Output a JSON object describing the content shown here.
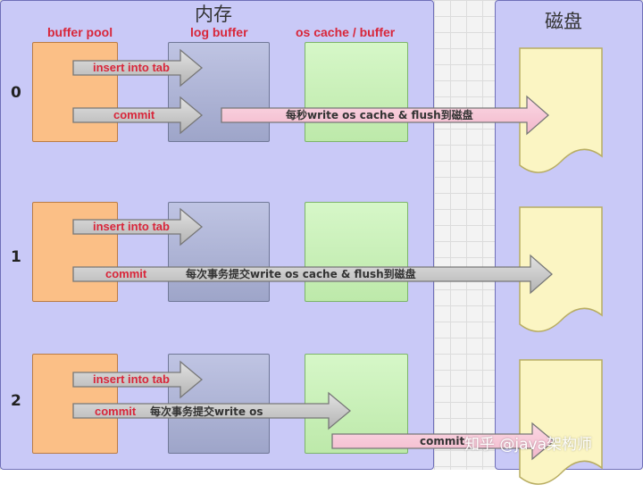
{
  "titles": {
    "memory": "内存",
    "disk": "磁盘"
  },
  "columns": {
    "buffer_pool": "buffer pool",
    "log_buffer": "log buffer",
    "os_cache": "os cache / buffer"
  },
  "rows": [
    {
      "label": "0",
      "insert": "insert into tab",
      "commit": "commit",
      "flush_text": "每秒write os cache & flush到磁盘"
    },
    {
      "label": "1",
      "insert": "insert into tab",
      "commit": "commit",
      "flush_text": "每次事务提交write os cache & flush到磁盘"
    },
    {
      "label": "2",
      "insert": "insert into tab",
      "commit": "commit",
      "commit_text": "每次事务提交write os",
      "flush_commit": "commit"
    }
  ],
  "watermark": "知乎 @java架构师",
  "colors": {
    "memory_panel": "#c9c9f7",
    "buffer_pool": "#fbbf86",
    "log_buffer": "#aab0d3",
    "os_cache": "#c6f0b4",
    "disk_doc": "#fbf5c3",
    "gray_arrow": "#c8c8c8",
    "pink_arrow": "#f7c8d8",
    "red_text": "#d8263a"
  }
}
